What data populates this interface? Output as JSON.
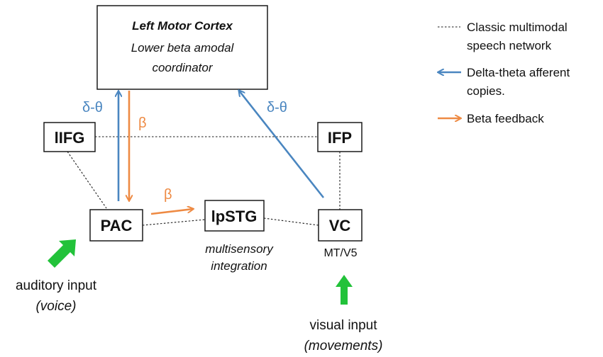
{
  "nodes": {
    "motor_title": "Left Motor Cortex",
    "motor_line1": "Lower beta amodal",
    "motor_line2": "coordinator",
    "iifg": "lIFG",
    "ifp": "IFP",
    "pac": "PAC",
    "lpstg": "lpSTG",
    "vc": "VC",
    "vc_sub": "MT/V5",
    "lpstg_sub1": "multisensory",
    "lpstg_sub2": "integration"
  },
  "edge_labels": {
    "delta_theta_left": "δ-θ",
    "delta_theta_right": "δ-θ",
    "beta_down": "β",
    "beta_pac_lpstg": "β"
  },
  "inputs": {
    "auditory_line1": "auditory input",
    "auditory_line2": "(voice)",
    "visual_line1": "visual input",
    "visual_line2": "(movements)"
  },
  "legend": {
    "dashed_line1": "Classic multimodal",
    "dashed_line2": "speech network",
    "blue_line1": "Delta-theta afferent",
    "blue_line2": "copies.",
    "orange_line1": "Beta feedback"
  },
  "colors": {
    "blue": "#4a86c0",
    "orange": "#ee8a43",
    "green": "#22c23a"
  }
}
